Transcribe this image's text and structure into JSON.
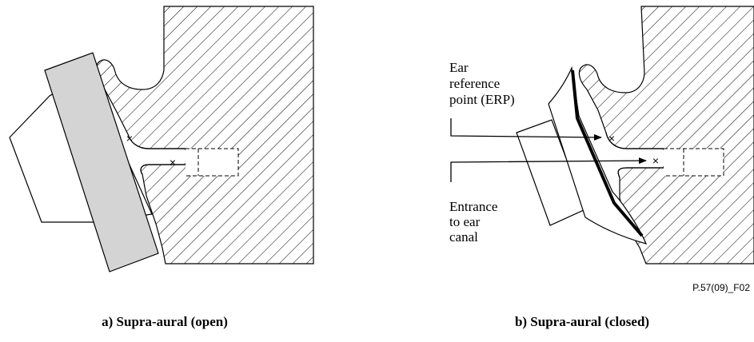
{
  "panel_a": {
    "caption": "a) Supra-aural (open)",
    "markers": [
      "×",
      "×"
    ]
  },
  "panel_b": {
    "caption": "b) Supra-aural (closed)",
    "erp_label": [
      "Ear",
      "reference",
      "point (ERP)"
    ],
    "entrance_label": [
      "Entrance",
      "to ear",
      "canal"
    ],
    "markers": [
      "×",
      "×"
    ]
  },
  "figure_id": "P.57(09)_F02",
  "colors": {
    "line": "#000000",
    "pad_fill": "#d4d4d4",
    "background": "#ffffff"
  }
}
